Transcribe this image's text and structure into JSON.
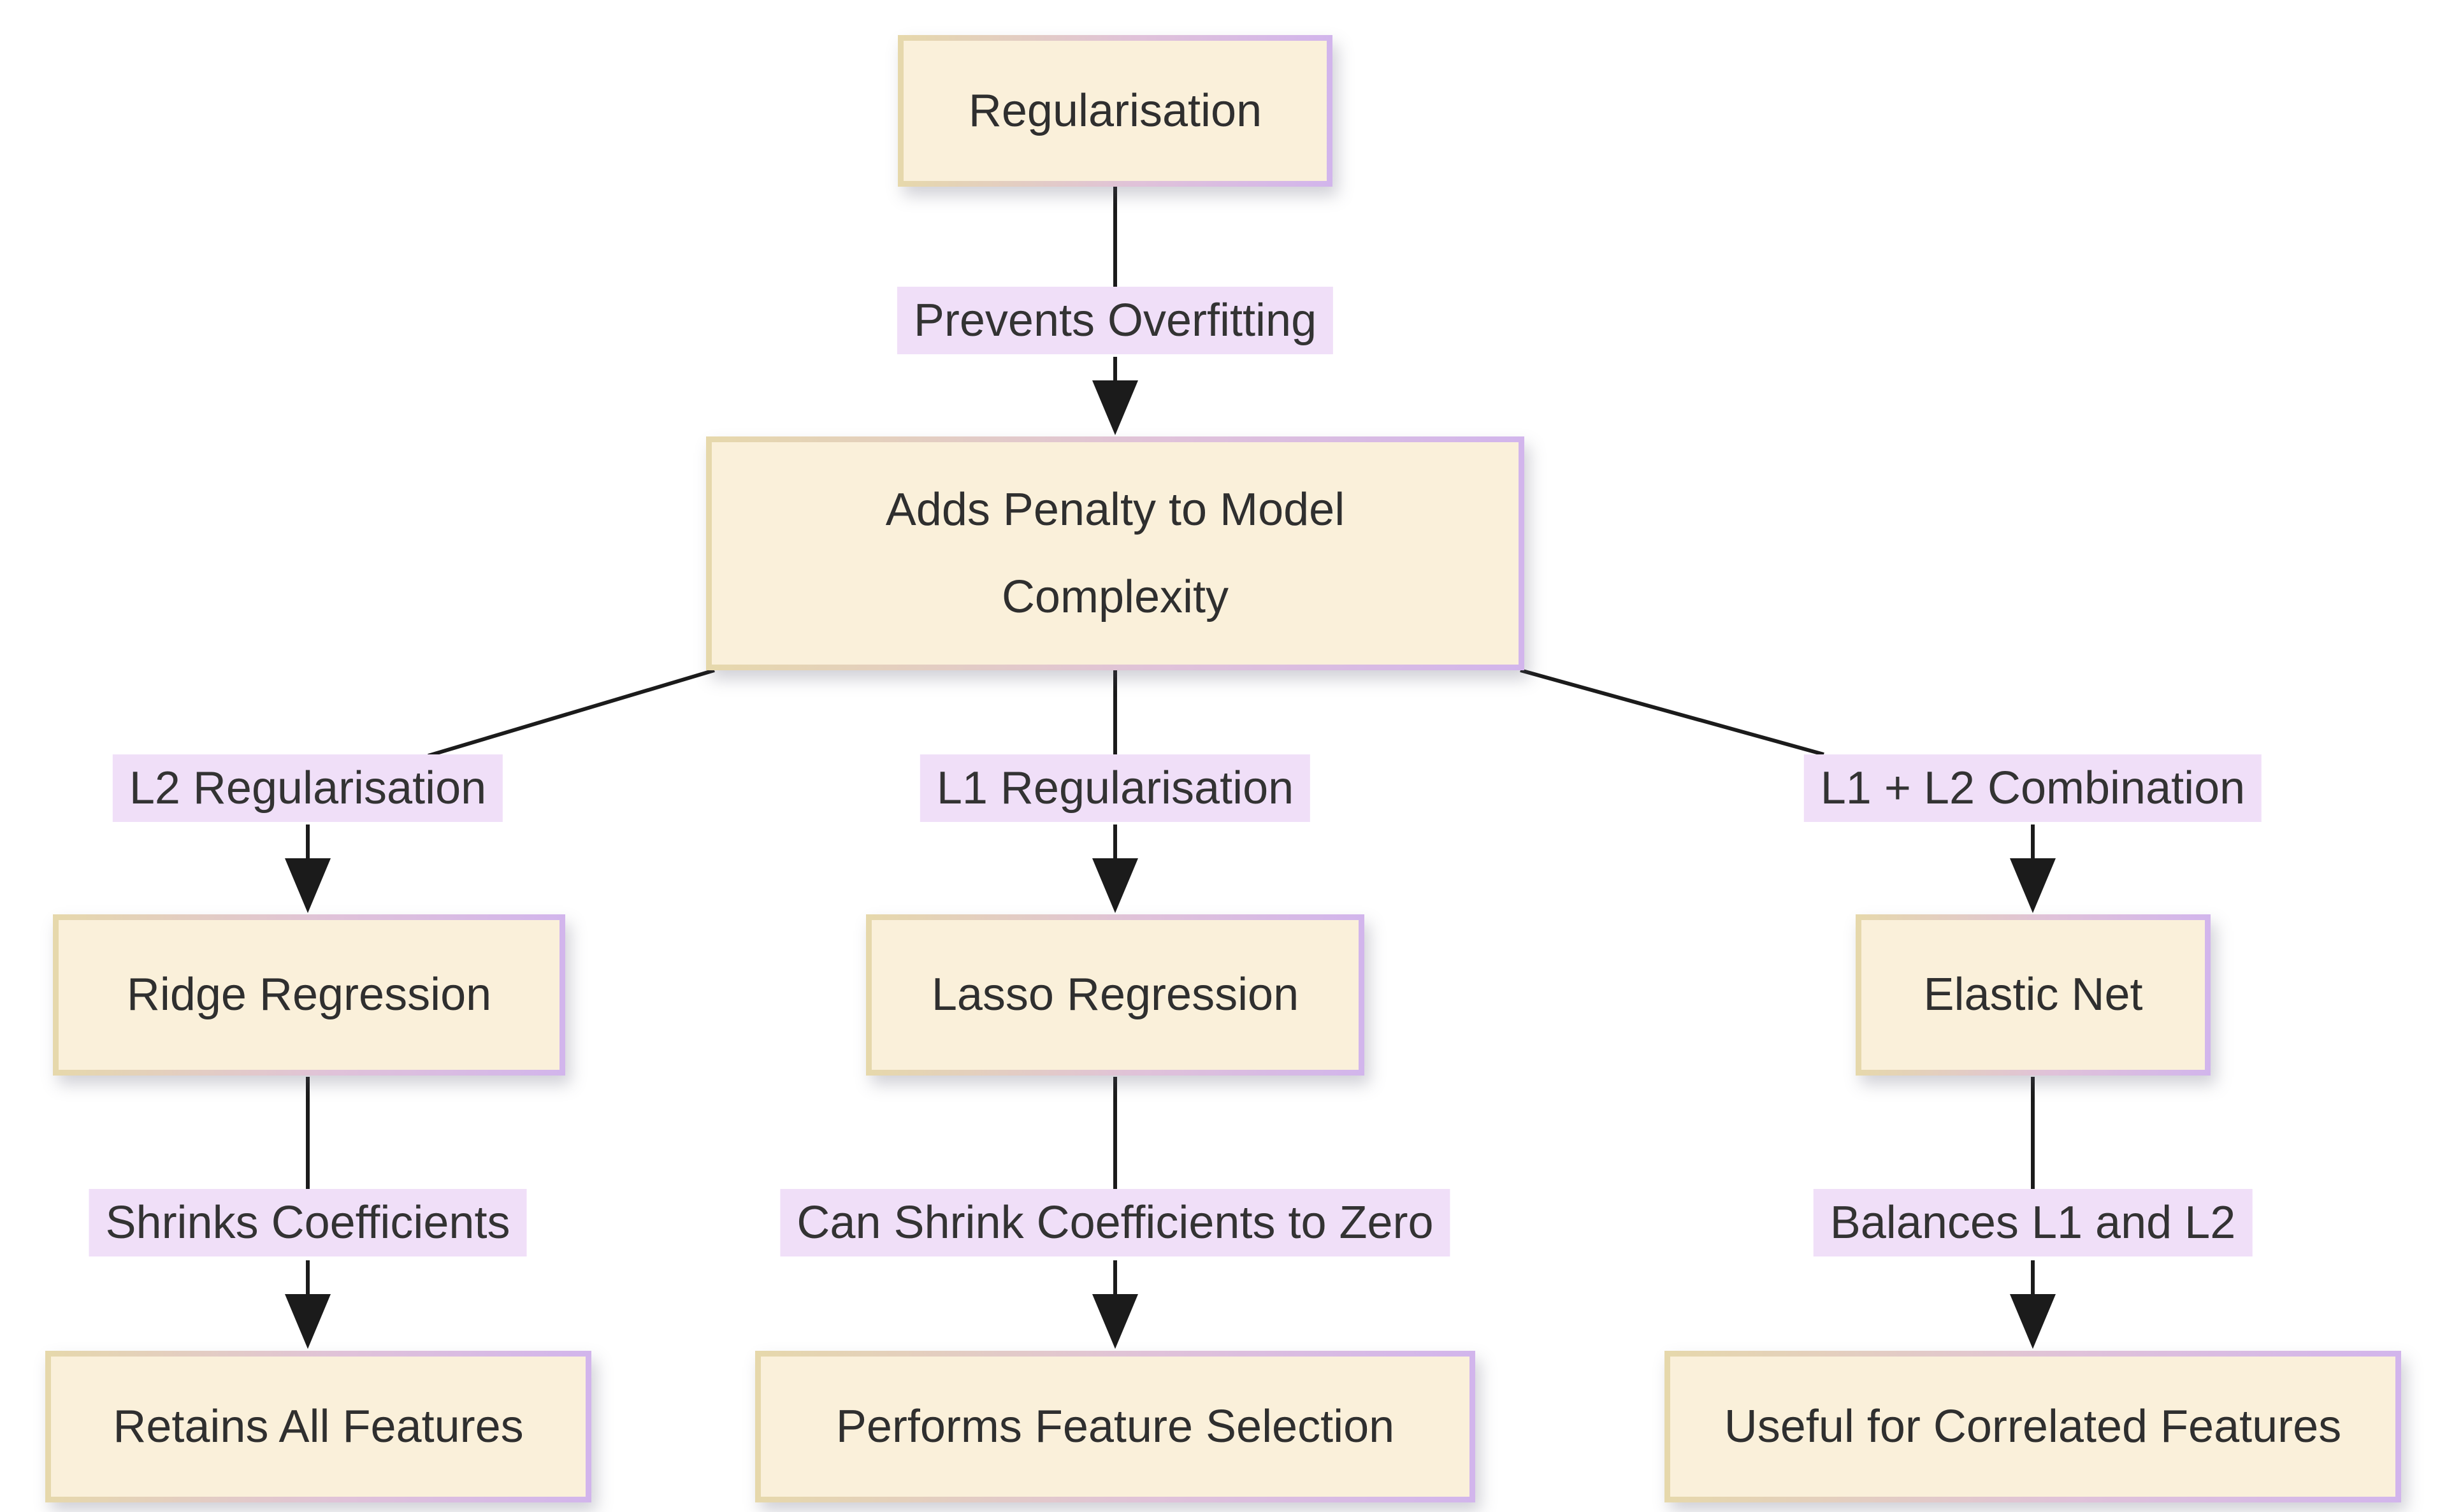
{
  "diagram": {
    "type": "flowchart",
    "direction": "top-down",
    "background": "#ffffff",
    "colors": {
      "node_fill": "#faf0da",
      "node_border_left": "#e6d8ab",
      "node_border_mid": "#e0c2d9",
      "node_border_right": "#d2b5ec",
      "node_text": "#2f2f2f",
      "edge_label_bg": "#f0dff8",
      "edge_label_text": "#333333",
      "edge_line": "#1b1b1b"
    },
    "nodes": [
      {
        "id": "regularisation",
        "label": "Regularisation"
      },
      {
        "id": "adds-penalty",
        "label": "Adds Penalty to Model Complexity"
      },
      {
        "id": "ridge",
        "label": "Ridge Regression"
      },
      {
        "id": "lasso",
        "label": "Lasso Regression"
      },
      {
        "id": "elastic",
        "label": "Elastic Net"
      },
      {
        "id": "retains",
        "label": "Retains All Features"
      },
      {
        "id": "performs",
        "label": "Performs Feature Selection"
      },
      {
        "id": "useful",
        "label": "Useful for Correlated Features"
      }
    ],
    "edges": [
      {
        "from": "regularisation",
        "to": "adds-penalty",
        "label": "Prevents Overfitting"
      },
      {
        "from": "adds-penalty",
        "to": "ridge",
        "label": "L2 Regularisation"
      },
      {
        "from": "adds-penalty",
        "to": "lasso",
        "label": "L1 Regularisation"
      },
      {
        "from": "adds-penalty",
        "to": "elastic",
        "label": "L1 + L2 Combination"
      },
      {
        "from": "ridge",
        "to": "retains",
        "label": "Shrinks Coefficients"
      },
      {
        "from": "lasso",
        "to": "performs",
        "label": "Can Shrink Coefficients to Zero"
      },
      {
        "from": "elastic",
        "to": "useful",
        "label": "Balances L1 and L2"
      }
    ]
  }
}
